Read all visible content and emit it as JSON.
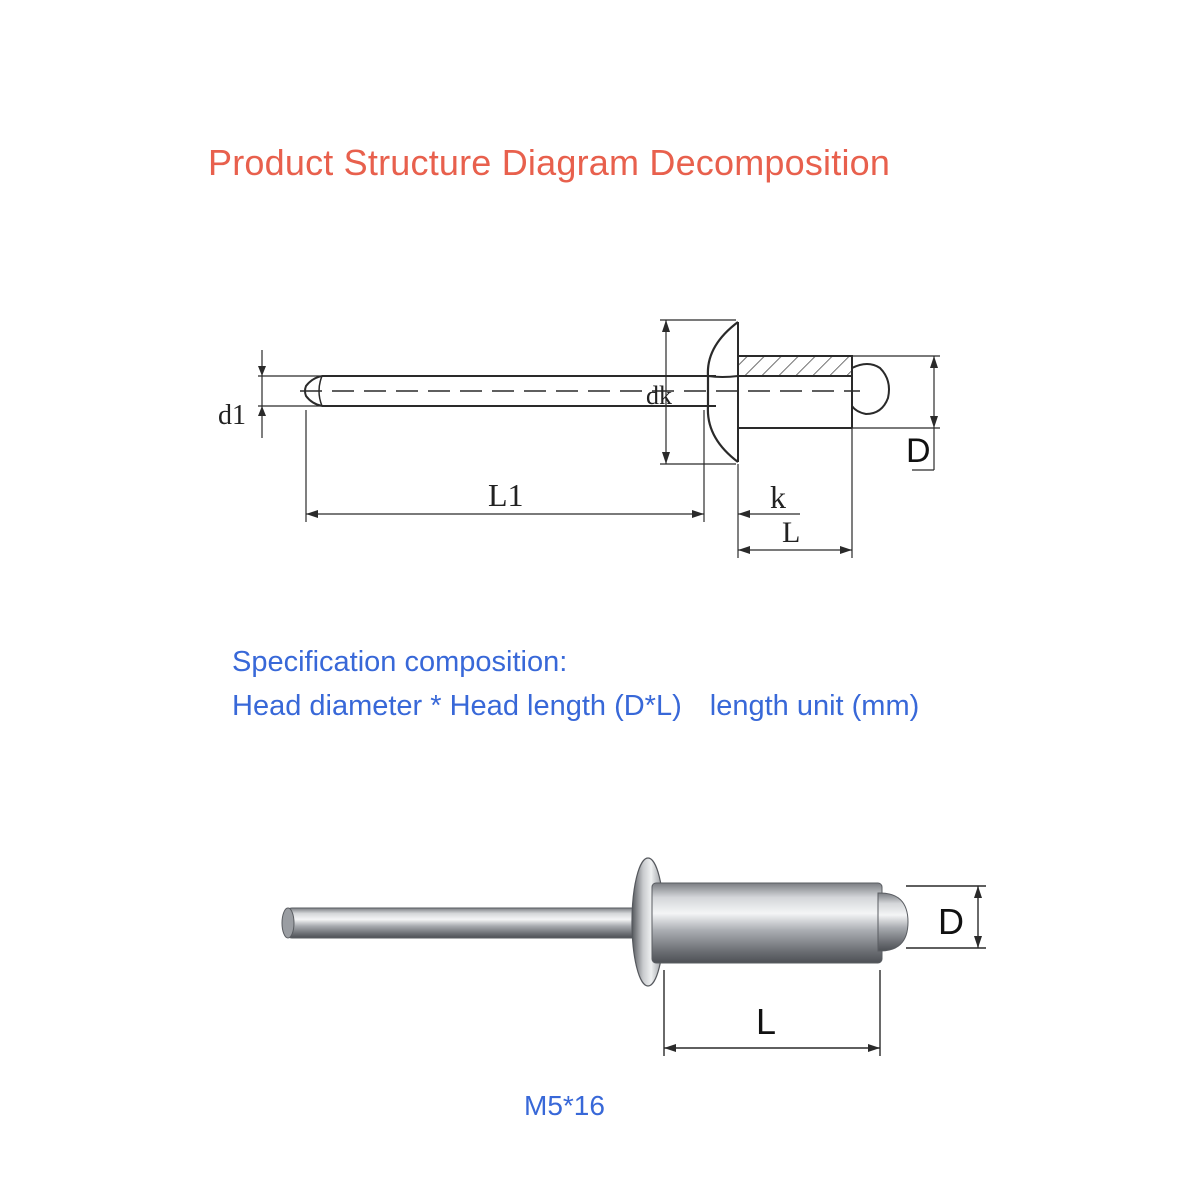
{
  "title": "Product Structure Diagram Decomposition",
  "drawing": {
    "labels": {
      "d1": "d1",
      "dk": "dk",
      "D": "D",
      "L1": "L1",
      "k": "k",
      "L": "L"
    }
  },
  "spec": {
    "heading": "Specification composition:",
    "formula": "Head diameter * Head length (D*L)",
    "unit": "length unit (mm)"
  },
  "photo": {
    "label_D": "D",
    "label_L": "L",
    "caption": "M5*16"
  },
  "colors": {
    "title": "#e8604d",
    "spec_text": "#3868d8"
  }
}
